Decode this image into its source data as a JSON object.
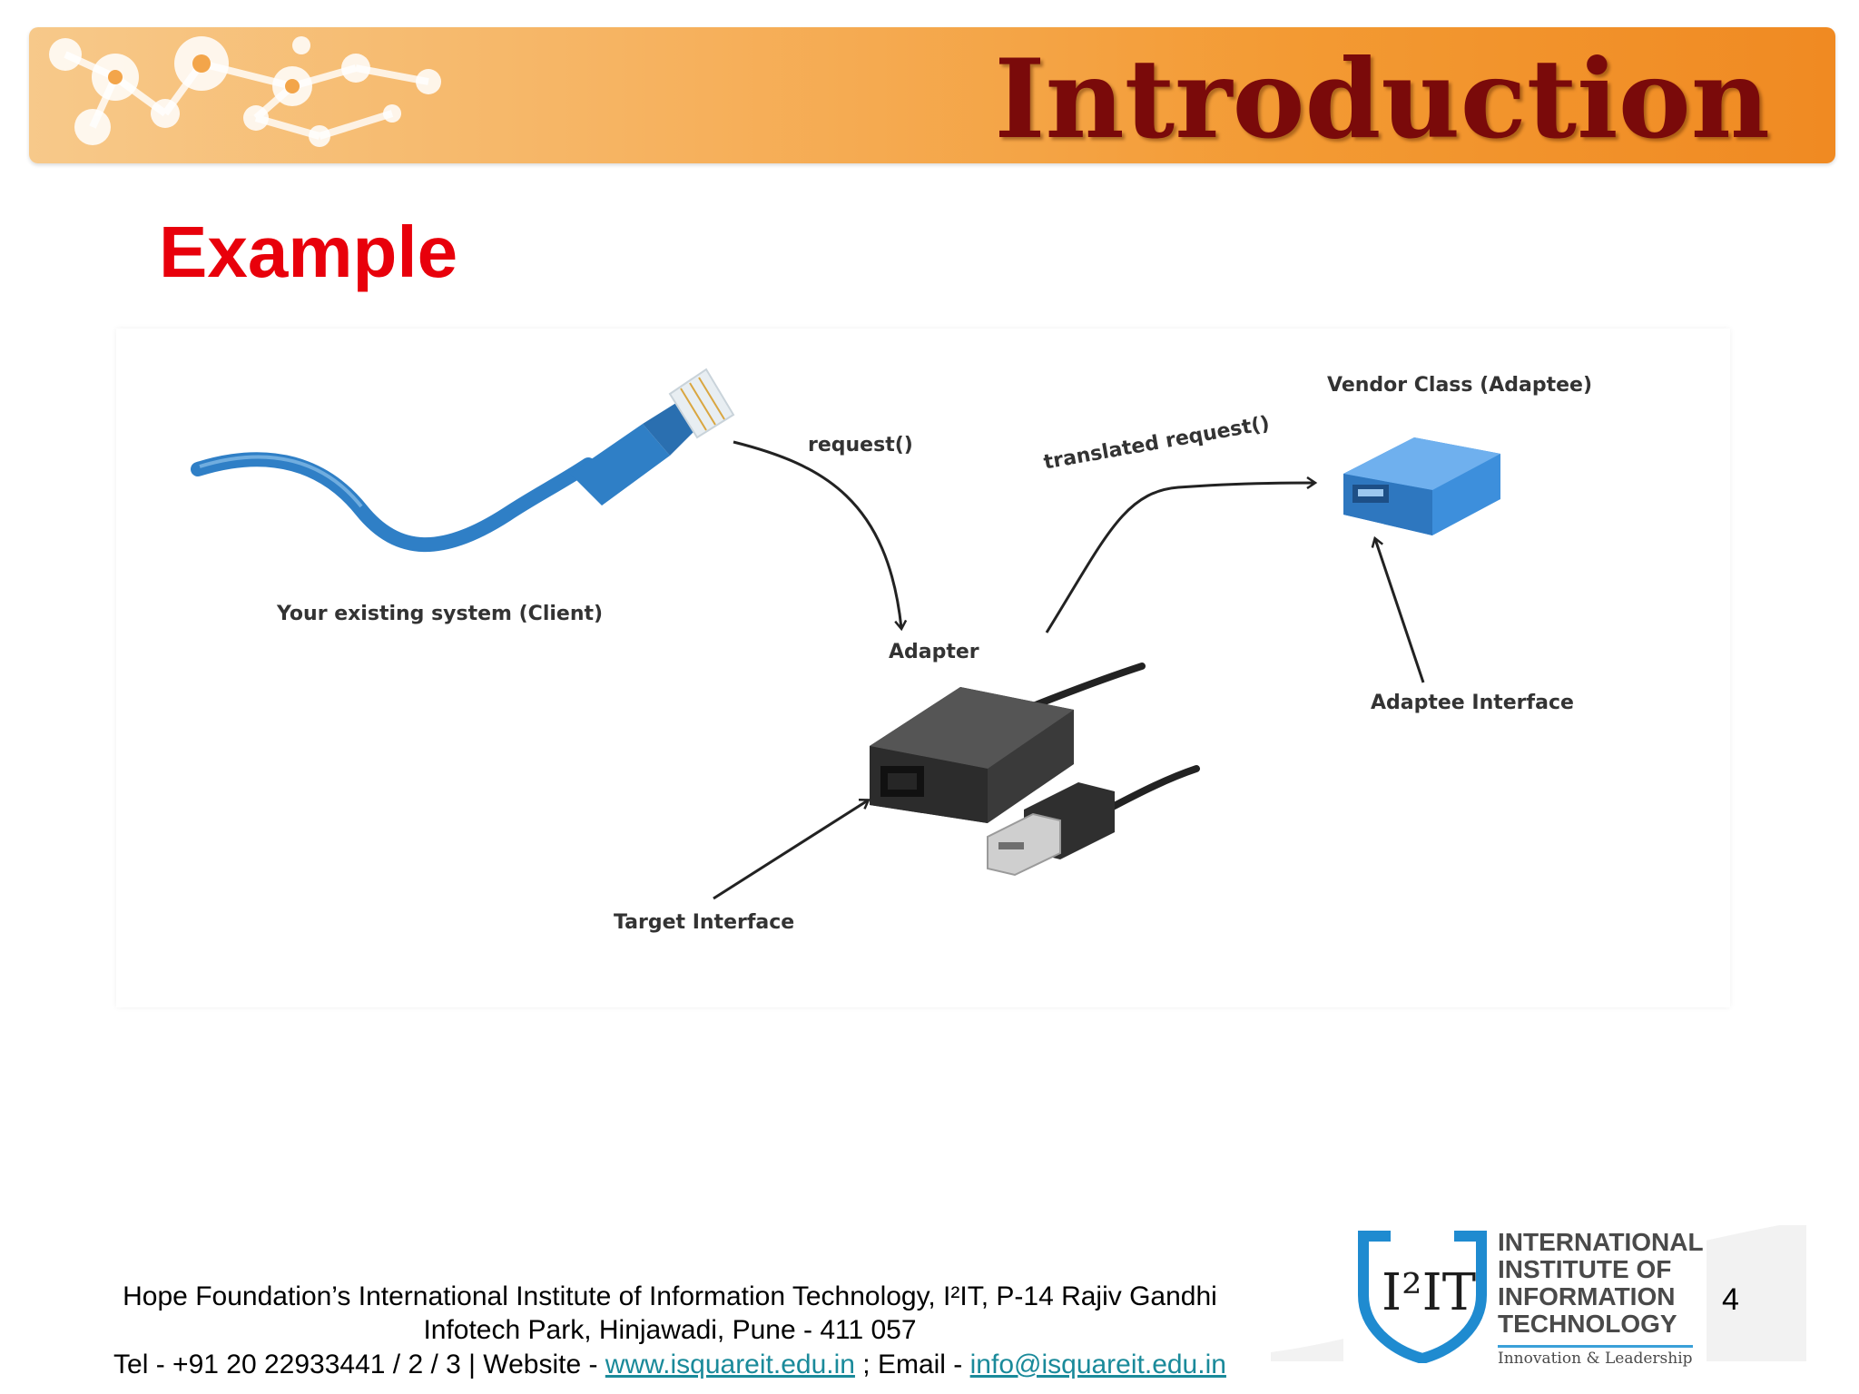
{
  "header": {
    "title": "Introduction"
  },
  "slide": {
    "subtitle": "Example"
  },
  "figure": {
    "labels": {
      "client": "Your existing system (Client)",
      "request": "request()",
      "translated_request": "translated request()",
      "vendor_class": "Vendor Class (Adaptee)",
      "adapter": "Adapter",
      "adaptee_interface": "Adaptee Interface",
      "target_interface": "Target Interface"
    },
    "colors": {
      "cable_blue": "#2f7fc6",
      "adapter_body": "#3a3a3a",
      "usb_blue": "#3d8fdc"
    }
  },
  "footer": {
    "address_line1": "Hope Foundation’s International Institute of Information Technology, I²IT, P-14 Rajiv Gandhi",
    "address_line2": "Infotech Park, Hinjawadi, Pune - 411 057",
    "tel": "Tel - +91 20 22933441 / 2 / 3  |  Website - ",
    "website": "www.isquareit.edu.in",
    "email_sep": " ; Email - ",
    "email": "info@isquareit.edu.in",
    "page_number": "4"
  },
  "logo": {
    "mark": "I²IT",
    "line1": "INTERNATIONAL",
    "line2": "INSTITUTE OF",
    "line3": "INFORMATION",
    "line4": "TECHNOLOGY",
    "tagline": "Innovation & Leadership"
  }
}
